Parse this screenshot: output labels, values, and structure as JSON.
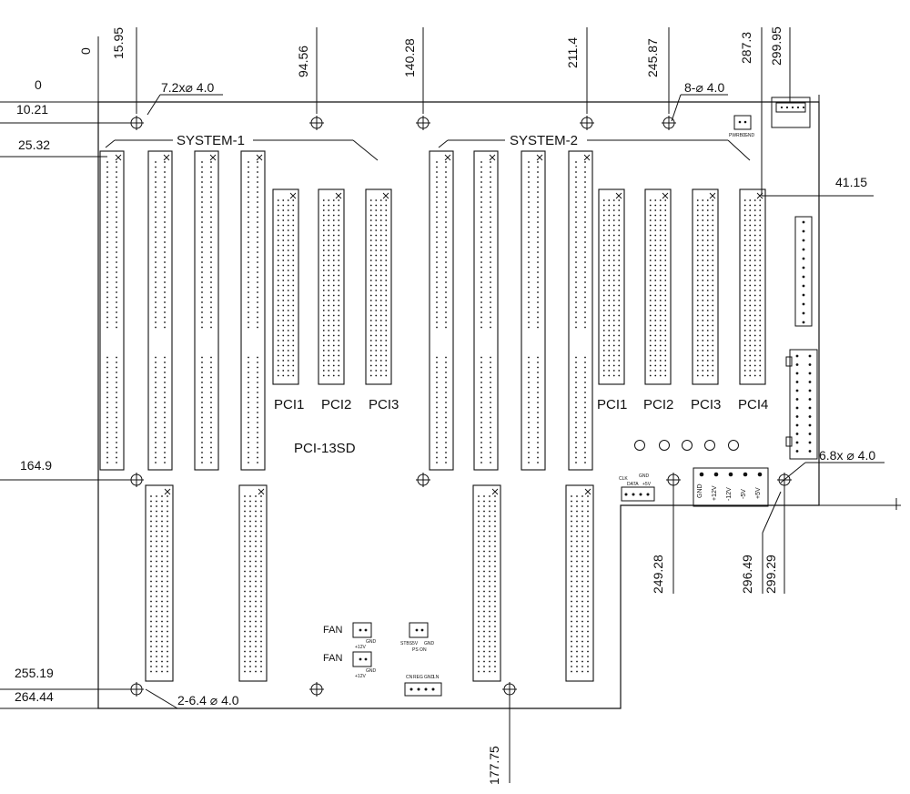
{
  "dimensions": {
    "top": [
      "0",
      "15.95",
      "94.56",
      "140.28",
      "211.4",
      "245.87",
      "287.3",
      "299.95"
    ],
    "left": [
      "0",
      "10.21",
      "25.32",
      "164.9",
      "255.19",
      "264.44"
    ],
    "right": "41.15",
    "bottom": [
      "177.75",
      "249.28",
      "296.49",
      "299.29"
    ]
  },
  "hole_notes": {
    "top_left": "7.2x⌀ 4.0",
    "top_right": "8-⌀ 4.0",
    "right": "6.8x ⌀ 4.0",
    "bottom_left": "2-6.4 ⌀ 4.0"
  },
  "system_labels": [
    "SYSTEM-1",
    "SYSTEM-2"
  ],
  "pci_labels_left": [
    "PCI1",
    "PCI2",
    "PCI3"
  ],
  "pci_labels_right": [
    "PCI1",
    "PCI2",
    "PCI3",
    "PCI4"
  ],
  "board_name": "PCI-13SD",
  "fan_labels": [
    "FAN",
    "FAN"
  ],
  "fan_pins": {
    "a": "GND",
    "b": "+12V"
  },
  "ps_on": {
    "pins": [
      "STBS5V",
      "GND"
    ],
    "label": "PS ON"
  },
  "power_pins": [
    "GND",
    "+12V",
    "-12V",
    "-5V",
    "+5V"
  ],
  "clk_pins": [
    "CLK",
    "DATA",
    "GND",
    "+5V"
  ],
  "pwr_button": [
    "PWRBD",
    "GND"
  ],
  "small_conn": [
    "CN",
    "REG",
    "GND",
    "LN"
  ]
}
